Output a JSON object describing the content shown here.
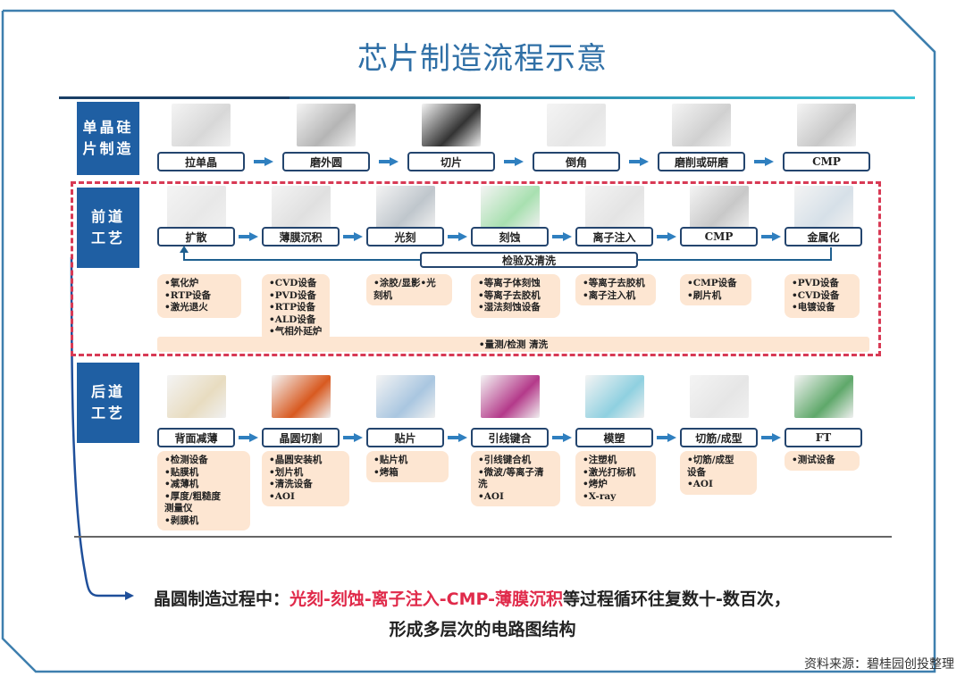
{
  "title": "芯片制造流程示意",
  "colors": {
    "accent_blue": "#1f5fa3",
    "title_blue": "#2f6fa6",
    "highlight_red": "#e02a4a",
    "equip_bg": "#fde6d2",
    "dash_red": "#d83a55"
  },
  "sections": [
    {
      "label": "单晶硅片制造",
      "label_lines": [
        "单晶硅",
        "片制造"
      ],
      "steps": [
        "拉单晶",
        "磨外圆",
        "切片",
        "倒角",
        "磨削或研磨",
        "CMP"
      ]
    },
    {
      "label": "前道工艺",
      "label_lines": [
        "前道",
        "工艺"
      ],
      "steps": [
        "扩散",
        "薄膜沉积",
        "光刻",
        "刻蚀",
        "离子注入",
        "CMP",
        "金属化"
      ],
      "loop_label": "检验及清洗",
      "equipment": [
        [
          "•氧化炉",
          "•RTP设备",
          "•激光退火"
        ],
        [
          "•CVD设备",
          "•PVD设备",
          "•RTP设备",
          "•ALD设备",
          "•气相外延炉"
        ],
        [
          "•涂胶/显影•光",
          "刻机"
        ],
        [
          "•等离子体刻蚀",
          "•等离子去胶机",
          "•湿法刻蚀设备"
        ],
        [
          "•等离子去胶机",
          "•离子注入机"
        ],
        [
          "•CMP设备",
          "•刷片机"
        ],
        [
          "•PVD设备",
          "•CVD设备",
          "•电镀设备"
        ]
      ],
      "metrology": "•量测/检测 清洗"
    },
    {
      "label": "后道工艺",
      "label_lines": [
        "后道",
        "工艺"
      ],
      "steps": [
        "背面减薄",
        "晶圆切割",
        "贴片",
        "引线键合",
        "模塑",
        "切筋/成型",
        "FT"
      ],
      "equipment": [
        [
          "•检测设备",
          "•贴膜机",
          "•减薄机",
          "•厚度/粗糙度",
          "测量仪",
          "•剥膜机"
        ],
        [
          "•晶圆安装机",
          "•划片机",
          "•清洗设备",
          "•AOI"
        ],
        [
          "•贴片机",
          "•烤箱"
        ],
        [
          "•引线键合机",
          "•微波/等离子清",
          "洗",
          "•AOI"
        ],
        [
          "•注塑机",
          "•激光打标机",
          "•烤炉",
          "•X-ray"
        ],
        [
          "•切筋/成型",
          "设备",
          "•AOI"
        ],
        [
          "•测试设备"
        ]
      ]
    }
  ],
  "summary": {
    "prefix": "晶圆制造过程中：",
    "highlight": "光刻-刻蚀-离子注入-CMP-薄膜沉积",
    "suffix": "等过程循环往复数十-数百次，",
    "line2": "形成多层次的电路图结构"
  },
  "source": "资料来源：碧桂园创投整理"
}
